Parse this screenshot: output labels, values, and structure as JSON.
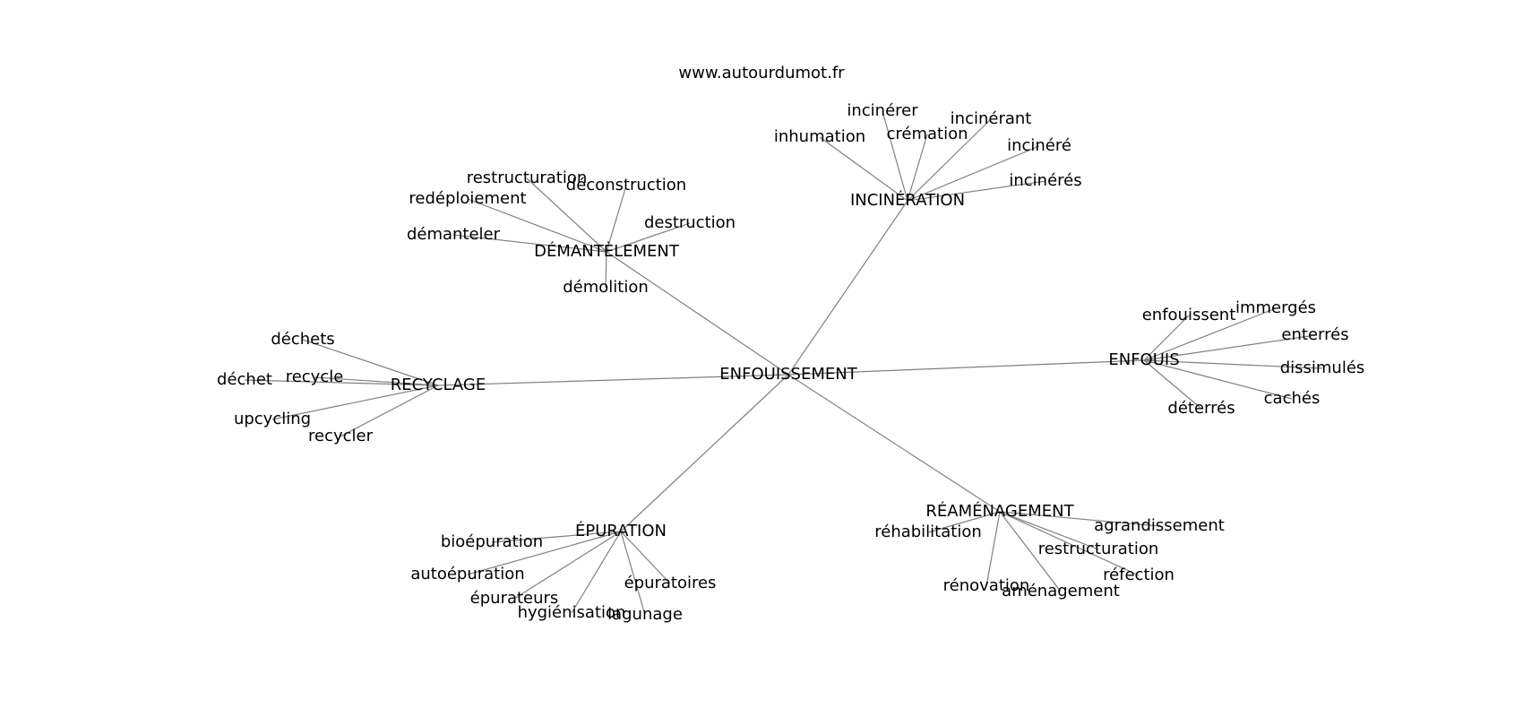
{
  "watermark": "www.autourdumot.fr",
  "center": "ENFOUISSEMENT",
  "clusters": [
    {
      "hub": "INCINÉRATION",
      "words": [
        "incinérer",
        "inhumation",
        "crémation",
        "incinérant",
        "incinéré",
        "incinérés"
      ]
    },
    {
      "hub": "DÉMANTÈLEMENT",
      "words": [
        "restructuration",
        "déconstruction",
        "redéploiement",
        "démanteler",
        "destruction",
        "démolition"
      ]
    },
    {
      "hub": "RECYCLAGE",
      "words": [
        "déchets",
        "déchet",
        "recycle",
        "upcycling",
        "recycler"
      ]
    },
    {
      "hub": "ENFOUIS",
      "words": [
        "enfouissent",
        "immergés",
        "enterrés",
        "dissimulés",
        "cachés",
        "déterrés"
      ]
    },
    {
      "hub": "ÉPURATION",
      "words": [
        "bioépuration",
        "autoépuration",
        "épurateurs",
        "hygiénisation",
        "lagunage",
        "épuratoires"
      ]
    },
    {
      "hub": "RÉAMÉNAGEMENT",
      "words": [
        "réhabilitation",
        "agrandissement",
        "restructuration",
        "réfection",
        "rénovation",
        "aménagement"
      ]
    }
  ]
}
